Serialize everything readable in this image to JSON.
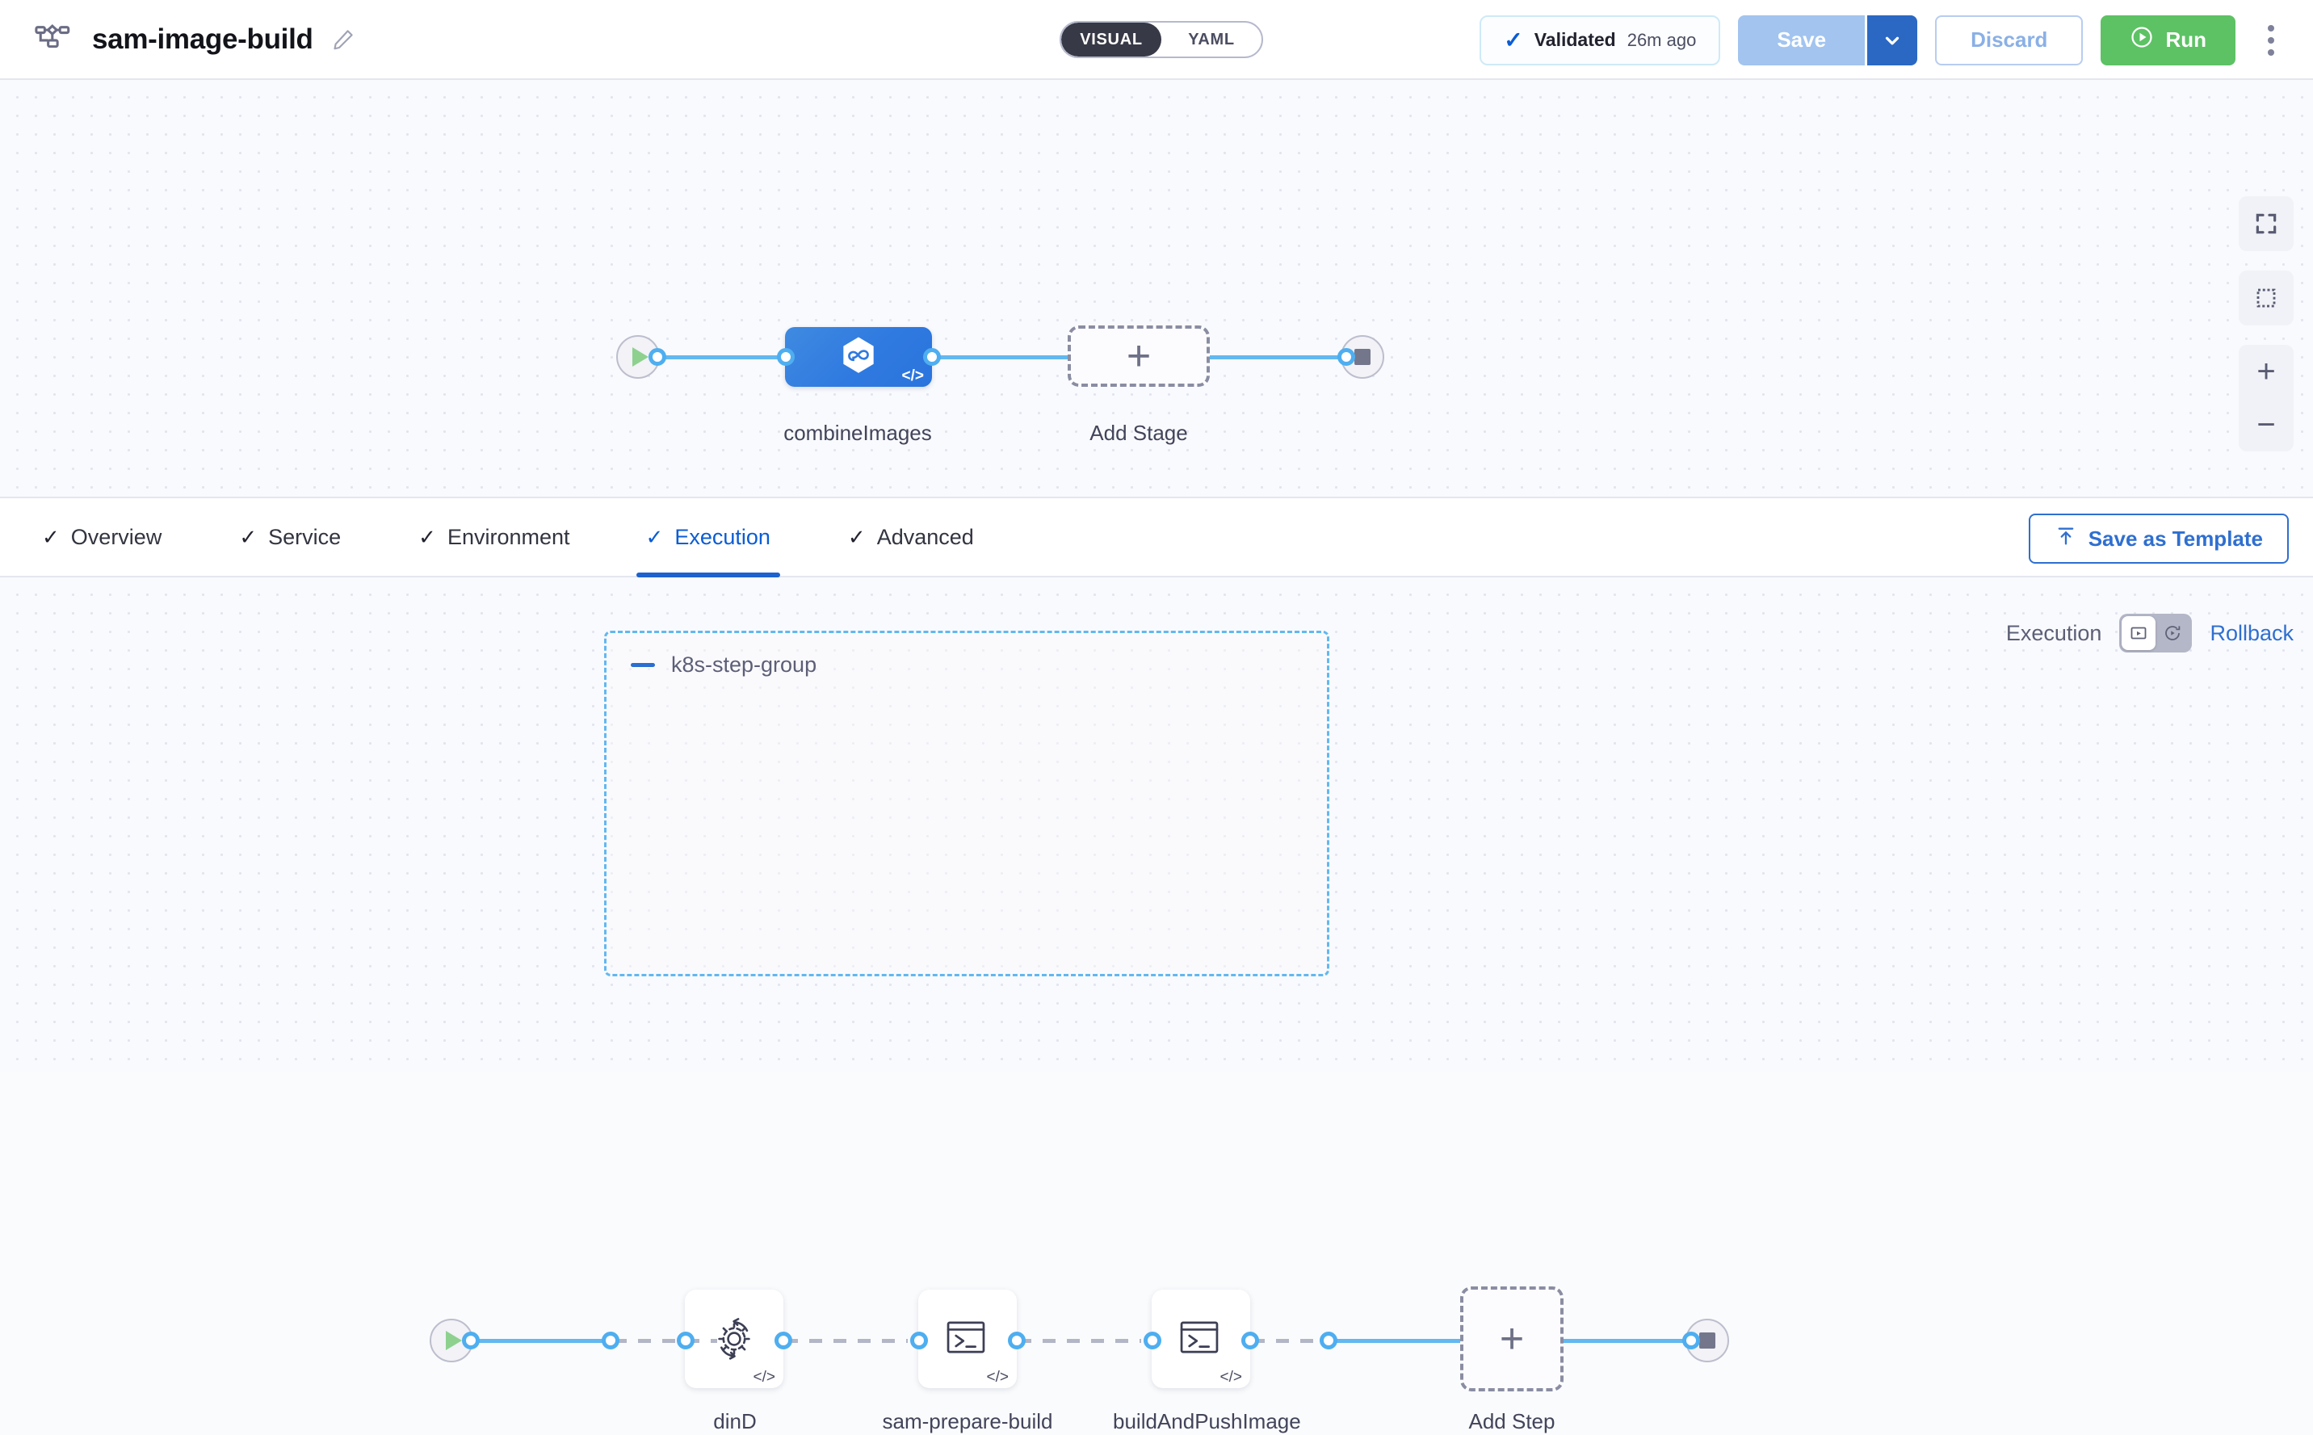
{
  "header": {
    "pipeline_icon": "pipeline-flow-icon",
    "title": "sam-image-build",
    "edit_icon": "pencil-icon",
    "mode_toggle": {
      "visual": "VISUAL",
      "yaml": "YAML",
      "selected": "VISUAL"
    },
    "validated": {
      "check_icon": "check-icon",
      "label": "Validated",
      "time": "26m ago"
    },
    "save": {
      "label": "Save",
      "caret_icon": "chevron-down-icon"
    },
    "discard": {
      "label": "Discard"
    },
    "run": {
      "label": "Run",
      "icon": "play-circle-icon"
    },
    "overflow": {
      "icon": "kebab-menu-icon"
    }
  },
  "stage_canvas": {
    "start_node": {
      "icon": "play-icon"
    },
    "end_node": {
      "icon": "stop-icon"
    },
    "stages": [
      {
        "name": "combineImages",
        "label": "combineImages",
        "icon": "custom-stage-hex-icon",
        "badge": "code-icon",
        "selected": true
      }
    ],
    "add_stage": {
      "label": "Add Stage",
      "icon": "plus-icon"
    },
    "zoom_controls": [
      {
        "name": "fit-to-screen",
        "icon": "fit-screen-icon"
      },
      {
        "name": "selection-box",
        "icon": "dashed-square-icon"
      },
      {
        "name": "zoom-in",
        "icon": "plus-icon",
        "glyph": "+"
      },
      {
        "name": "zoom-out",
        "icon": "minus-icon",
        "glyph": "−"
      }
    ]
  },
  "tabs": {
    "items": [
      {
        "label": "Overview",
        "check": "✓",
        "active": false
      },
      {
        "label": "Service",
        "check": "✓",
        "active": false
      },
      {
        "label": "Environment",
        "check": "✓",
        "active": false
      },
      {
        "label": "Execution",
        "check": "✓",
        "active": true
      },
      {
        "label": "Advanced",
        "check": "✓",
        "active": false
      }
    ],
    "save_as_template": {
      "label": "Save as Template",
      "icon": "upload-template-icon"
    }
  },
  "execution": {
    "mode_label": "Execution",
    "rollback_label": "Rollback",
    "toggle": {
      "execution_icon": "execution-play-box-icon",
      "rollback_icon": "rollback-replay-icon",
      "selected": "execution"
    },
    "start_node": {
      "icon": "play-icon"
    },
    "end_node": {
      "icon": "stop-icon"
    },
    "step_group": {
      "title": "k8s-step-group",
      "collapse_icon": "minus-collapse-icon",
      "steps": [
        {
          "name": "dinD",
          "label": "dinD",
          "icon": "gear-rotate-icon",
          "badge": "code-icon"
        },
        {
          "name": "sam-prepare-build",
          "label": "sam-prepare-build",
          "icon": "terminal-icon",
          "badge": "code-icon"
        },
        {
          "name": "buildAndPushImage",
          "label": "buildAndPushImage",
          "icon": "terminal-icon",
          "badge": "code-icon"
        }
      ]
    },
    "add_step": {
      "label": "Add Step",
      "icon": "plus-icon"
    }
  },
  "colors": {
    "accent_blue": "#2f6fd0",
    "edge_blue": "#62b8f0",
    "stage_blue": "#2f7ae0",
    "run_green": "#5dc264",
    "canvas_bg": "#f9fafd"
  }
}
